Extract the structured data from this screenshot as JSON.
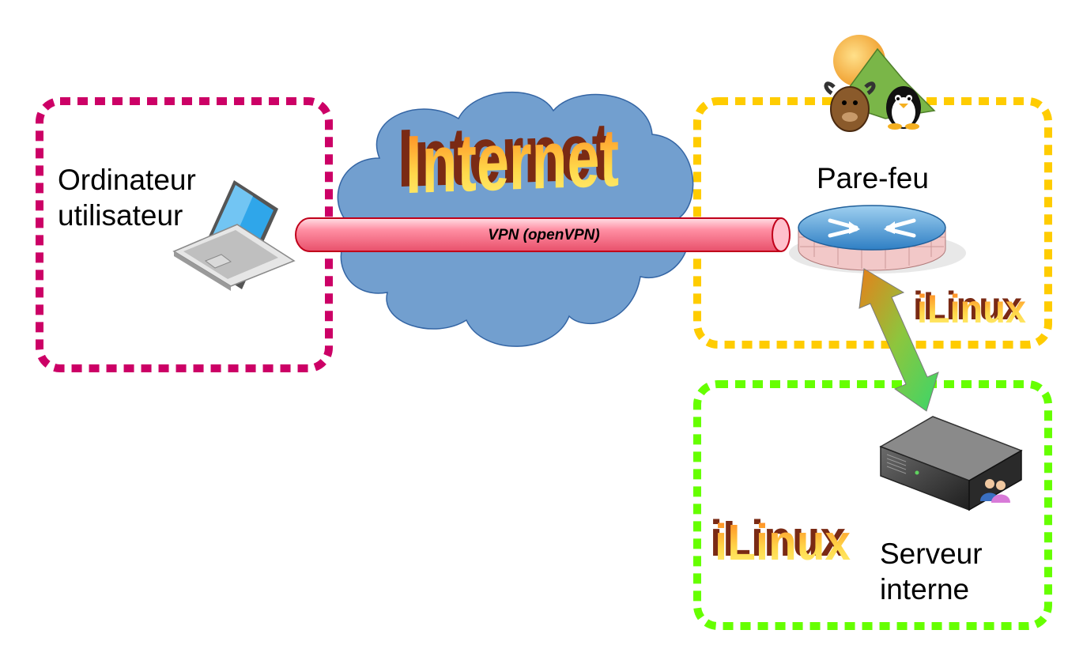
{
  "nodes": {
    "user": {
      "label": "Ordinateur\nutilisateur",
      "icon": "laptop-icon",
      "border_color": "#cc0066"
    },
    "firewall": {
      "label": "Pare-feu",
      "icon": "router-icon",
      "border_color": "#ffcc00"
    },
    "server": {
      "label": "Serveur\ninterne",
      "icon": "server-icon",
      "border_color": "#66ff00"
    }
  },
  "cloud": {
    "label": "Internet",
    "color": "#729fcf"
  },
  "tunnel": {
    "label": "VPN (openVPN)",
    "color": "#ff99aa"
  },
  "logos": {
    "ilinux_firewall": "iLinux",
    "ilinux_server": "iLinux"
  },
  "mascots": [
    "gnu-mascot-icon",
    "tux-penguin-icon"
  ],
  "link": {
    "type": "bidirectional-arrow",
    "from": "firewall",
    "to": "server"
  }
}
